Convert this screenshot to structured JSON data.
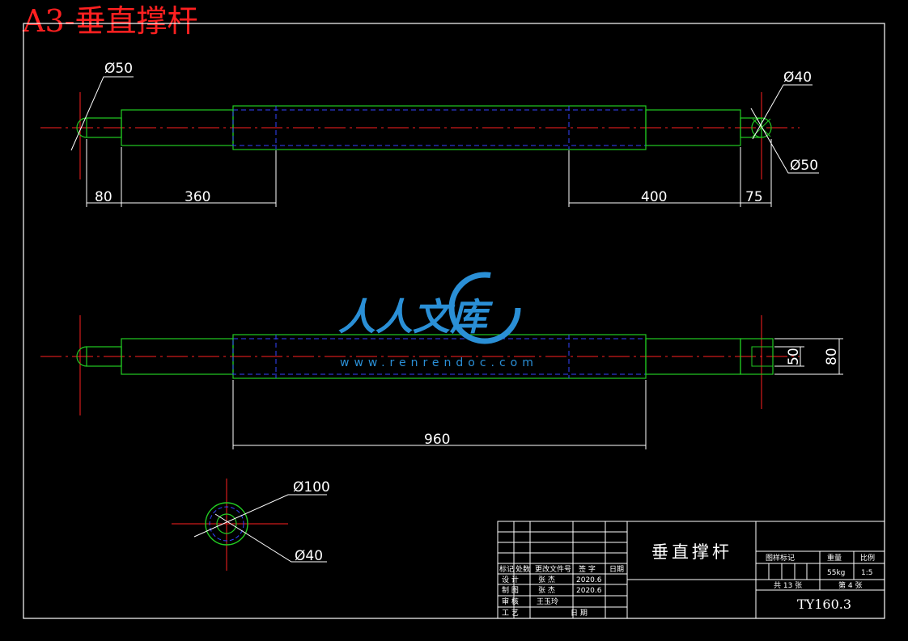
{
  "sheet_title": "A3-垂直撑杆",
  "dimensions": {
    "top_view": {
      "dia_left": "Ø50",
      "dia_right_top": "Ø40",
      "dia_right_bottom": "Ø50",
      "len_80": "80",
      "len_360": "360",
      "len_400": "400",
      "len_75": "75"
    },
    "front_view": {
      "len_960": "960",
      "dia_50": "50",
      "dia_80": "80"
    },
    "section_view": {
      "dia_100": "Ø100",
      "dia_40": "Ø40"
    }
  },
  "watermark": {
    "text": "人人文库",
    "url": "www.renrendoc.com"
  },
  "title_block": {
    "part_name": "垂直撑杆",
    "drawing_code": "TY160.3",
    "headers": {
      "stage_mark": "图样标记",
      "weight": "重量",
      "scale": "比例"
    },
    "weight_value": "55kg",
    "scale_value": "1:5",
    "sheet_total": "共 13 张",
    "sheet_no": "第 4 张",
    "revision_labels": [
      "标记",
      "处数",
      "更改文件号",
      "签 字",
      "日期"
    ],
    "rows": [
      {
        "role": "设 计",
        "name": "张 杰",
        "date": "2020.6"
      },
      {
        "role": "制 图",
        "name": "张 杰",
        "date": "2020.6"
      },
      {
        "role": "审 核",
        "name": "王玉玲",
        "date": ""
      },
      {
        "role": "工 艺",
        "name": "",
        "date": "日 期"
      }
    ]
  }
}
